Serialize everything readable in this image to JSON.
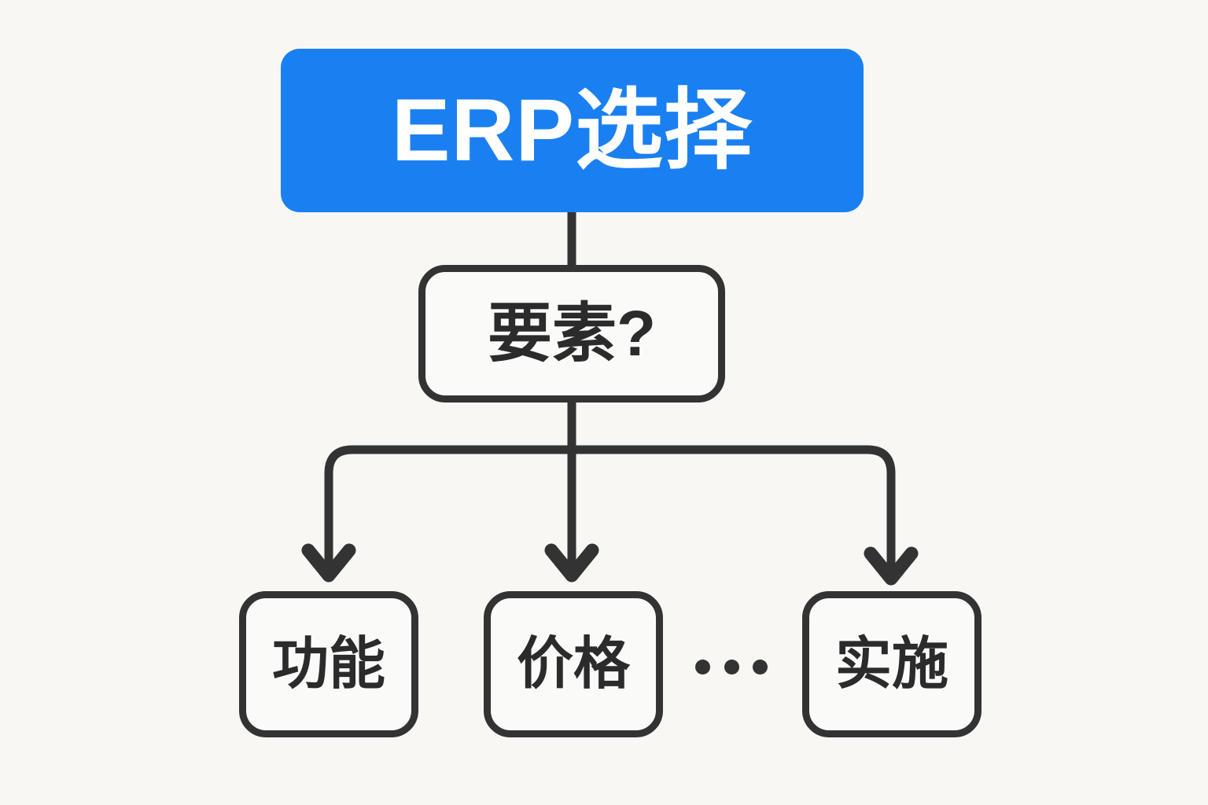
{
  "diagram": {
    "title": "ERP选择",
    "background_color": "#f8f7f4",
    "accent_color": "#1a80f2",
    "line_color": "#333333",
    "node_fill_color": "#fafaf8",
    "root": {
      "label": "ERP选择",
      "style": "filled-blue-rounded-rect",
      "text_color": "#ffffff"
    },
    "decision": {
      "label": "要素?",
      "style": "outlined-rounded-rect",
      "text_color": "#2b2b2b"
    },
    "leaves": [
      {
        "label": "功能"
      },
      {
        "label": "价格"
      },
      {
        "label": "实施"
      }
    ],
    "ellipsis": {
      "label": "…",
      "dot_count": 3,
      "meaning": "more-factors"
    },
    "connectors": [
      {
        "from": "root",
        "to": "decision",
        "kind": "line"
      },
      {
        "from": "decision",
        "to": "功能",
        "kind": "elbow-arrow"
      },
      {
        "from": "decision",
        "to": "价格",
        "kind": "straight-arrow"
      },
      {
        "from": "decision",
        "to": "实施",
        "kind": "elbow-arrow"
      }
    ]
  }
}
